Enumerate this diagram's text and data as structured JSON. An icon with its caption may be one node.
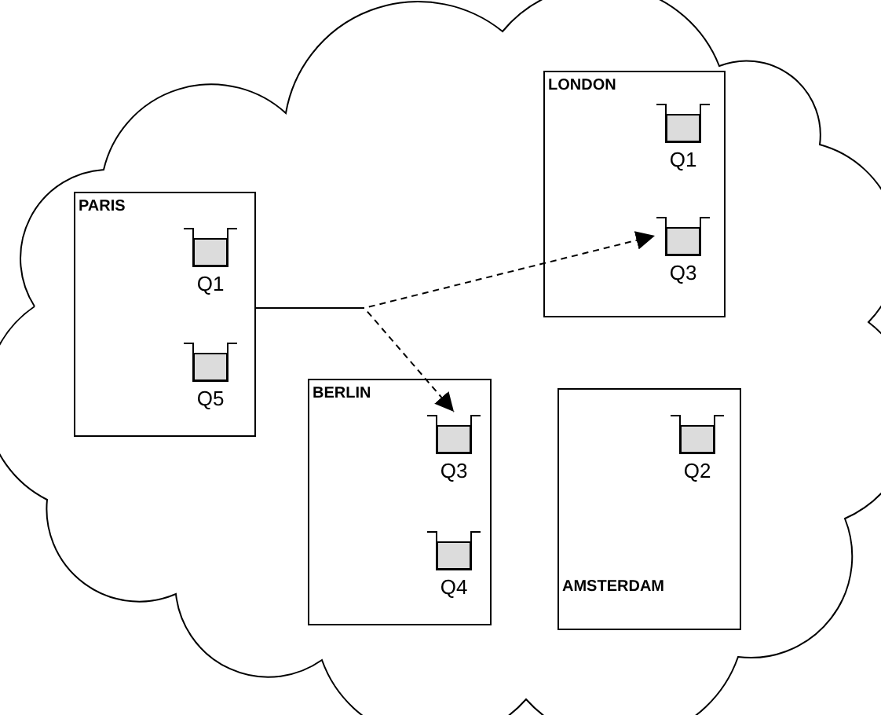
{
  "diagram": {
    "nodes": [
      {
        "text": [],
        "shape": "cloud"
      },
      {
        "text": [
          "LONDON"
        ],
        "in": 0
      },
      {
        "text": [
          "Q1"
        ],
        "in": 1
      },
      {
        "text": [
          "Q3"
        ],
        "in": 1
      },
      {
        "text": [
          "PARIS"
        ],
        "in": 0
      },
      {
        "text": [
          "Q1"
        ],
        "in": 4
      },
      {
        "text": [
          "Q5"
        ],
        "in": 4
      },
      {
        "text": [
          "BERLIN"
        ],
        "in": 0
      },
      {
        "text": [
          "Q3"
        ],
        "in": 7
      },
      {
        "text": [
          "Q4"
        ],
        "in": 7
      },
      {
        "text": [
          "AMSTERDAM"
        ],
        "in": 0
      },
      {
        "text": [
          "Q2"
        ],
        "in": 10
      }
    ],
    "edges": [
      {
        "from": 4,
        "to": 3,
        "arrow": "to",
        "style": "dashed"
      },
      {
        "from": 4,
        "to": 8,
        "arrow": "to",
        "style": "dashed"
      }
    ]
  }
}
